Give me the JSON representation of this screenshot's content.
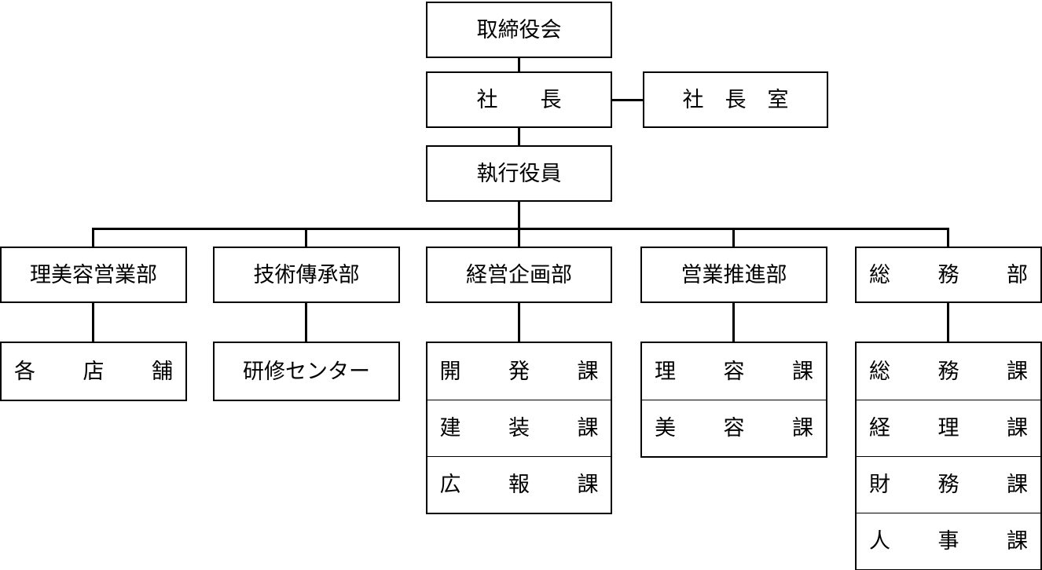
{
  "chart_title": "",
  "org_chart": {
    "type": "organization-hierarchy",
    "levels": 5,
    "nodes": {
      "board": {
        "label": "取締役会",
        "level": 1
      },
      "president": {
        "label": "社　　長",
        "level": 2
      },
      "president_office": {
        "label": "社　長　室",
        "level": 2
      },
      "executive_officers": {
        "label": "執行役員",
        "level": 3
      },
      "dept_beauty_sales": {
        "label": "理美容営業部",
        "level": 4
      },
      "dept_skill_transfer": {
        "label": "技術傳承部",
        "level": 4
      },
      "dept_corporate_planning": {
        "label": "経営企画部",
        "level": 4
      },
      "dept_sales_promotion": {
        "label": "営業推進部",
        "level": 4
      },
      "dept_general_affairs": {
        "label": "総　務　部",
        "level": 4
      }
    },
    "departments": [
      {
        "key": "dept_beauty_sales",
        "label": "理美容営業部",
        "spacing": "none",
        "children": [
          {
            "label": "各　店　舗",
            "spacing": "wide"
          }
        ]
      },
      {
        "key": "dept_skill_transfer",
        "label": "技術傳承部",
        "spacing": "none",
        "children": [
          {
            "label": "研修センター",
            "spacing": "none"
          }
        ]
      },
      {
        "key": "dept_corporate_planning",
        "label": "経営企画部",
        "spacing": "none",
        "children": [
          {
            "label": "開　発　課",
            "spacing": "wide"
          },
          {
            "label": "建　装　課",
            "spacing": "wide"
          },
          {
            "label": "広　報　課",
            "spacing": "wide"
          }
        ]
      },
      {
        "key": "dept_sales_promotion",
        "label": "営業推進部",
        "spacing": "none",
        "children": [
          {
            "label": "理　容　課",
            "spacing": "wide"
          },
          {
            "label": "美　容　課",
            "spacing": "wide"
          }
        ]
      },
      {
        "key": "dept_general_affairs",
        "label": "総　務　部",
        "spacing": "wide",
        "children": [
          {
            "label": "総　務　課",
            "spacing": "wide"
          },
          {
            "label": "経　理　課",
            "spacing": "wide"
          },
          {
            "label": "財　務　課",
            "spacing": "wide"
          },
          {
            "label": "人　事　課",
            "spacing": "wide"
          }
        ]
      }
    ]
  },
  "style": {
    "line_color": "#000000",
    "box_fill": "#ffffff",
    "text_color": "#000000",
    "page_background": "#ffffff"
  }
}
